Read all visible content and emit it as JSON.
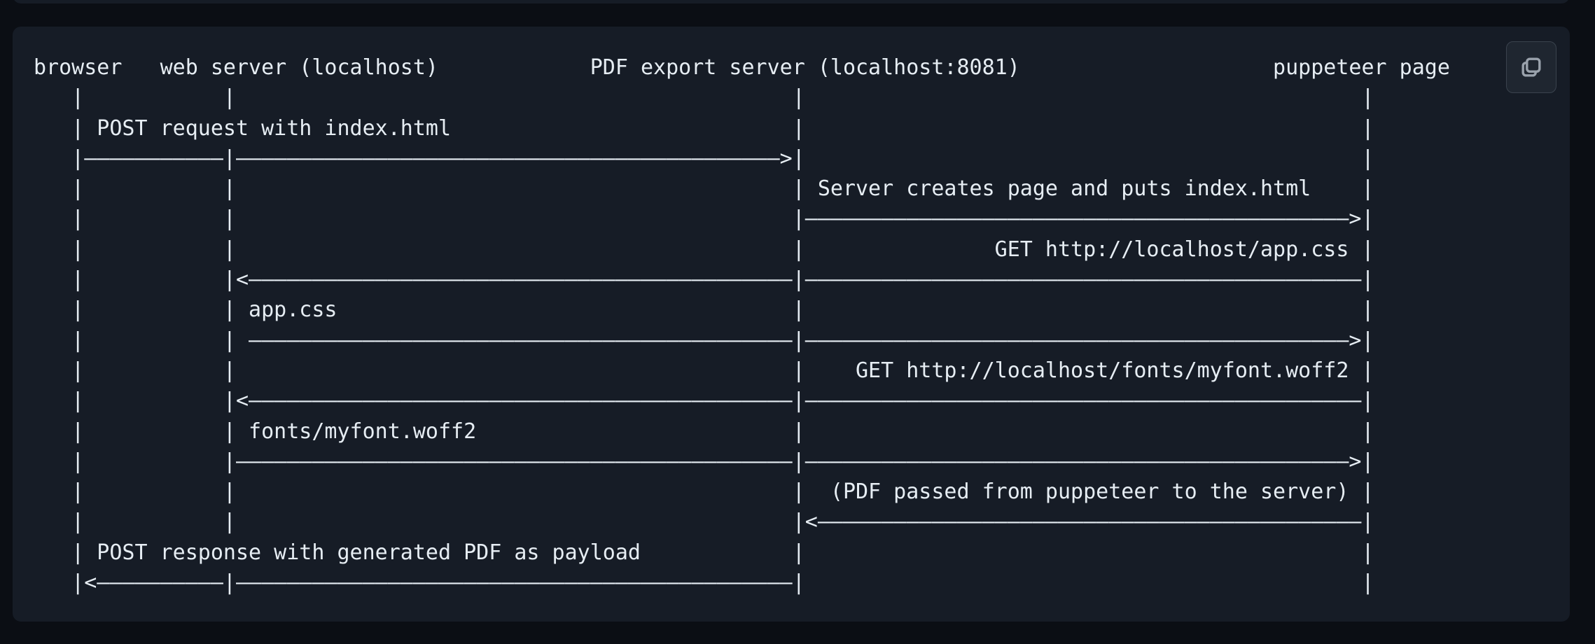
{
  "colors": {
    "page_bg": "#0b0e14",
    "block_bg": "#161c26",
    "text_color": "#e6edf3",
    "button_bg": "#1f2630",
    "button_border": "#3a424d",
    "icon_color": "#9aa2ac"
  },
  "toolbar": {
    "copy_icon": "copy-icon"
  },
  "diagram": {
    "actors": [
      "browser",
      "web server (localhost)",
      "PDF export server (localhost:8081)",
      "puppeteer page"
    ],
    "messages": [
      {
        "label": "POST request with index.html",
        "from": "browser",
        "to": "PDF export server (localhost:8081)"
      },
      {
        "label": "Server creates page and puts index.html",
        "from": "PDF export server (localhost:8081)",
        "to": "puppeteer page"
      },
      {
        "label": "GET http://localhost/app.css",
        "from": "puppeteer page",
        "to": "web server (localhost)"
      },
      {
        "label": "app.css",
        "from": "web server (localhost)",
        "to": "puppeteer page"
      },
      {
        "label": "GET http://localhost/fonts/myfont.woff2",
        "from": "puppeteer page",
        "to": "web server (localhost)"
      },
      {
        "label": "fonts/myfont.woff2",
        "from": "web server (localhost)",
        "to": "puppeteer page"
      },
      {
        "label": "(PDF passed from puppeteer to the server)",
        "from": "puppeteer page",
        "to": "PDF export server (localhost:8081)"
      },
      {
        "label": "POST response with generated PDF as payload",
        "from": "PDF export server (localhost:8081)",
        "to": "browser"
      }
    ],
    "lifeline_columns": [
      3,
      15,
      60,
      105
    ],
    "rows": [
      [
        [
          0,
          "browser"
        ],
        [
          10,
          "web server (localhost)"
        ],
        [
          44,
          "PDF export server (localhost:8081)"
        ],
        [
          98,
          "puppeteer page"
        ]
      ],
      [
        [
          3,
          "|"
        ],
        [
          15,
          "|"
        ],
        [
          60,
          "|"
        ],
        [
          105,
          "|"
        ]
      ],
      [
        [
          3,
          "|"
        ],
        [
          5,
          "POST request with index.html"
        ],
        [
          60,
          "|"
        ],
        [
          105,
          "|"
        ]
      ],
      [
        [
          3,
          "|"
        ],
        [
          4,
          "—",
          11
        ],
        [
          15,
          "|"
        ],
        [
          16,
          "—",
          43
        ],
        [
          59,
          ">"
        ],
        [
          60,
          "|"
        ],
        [
          105,
          "|"
        ]
      ],
      [
        [
          3,
          "|"
        ],
        [
          15,
          "|"
        ],
        [
          60,
          "|"
        ],
        [
          62,
          "Server creates page and puts index.html"
        ],
        [
          105,
          "|"
        ]
      ],
      [
        [
          3,
          "|"
        ],
        [
          15,
          "|"
        ],
        [
          60,
          "|"
        ],
        [
          61,
          "—",
          43
        ],
        [
          104,
          ">"
        ],
        [
          105,
          "|"
        ]
      ],
      [
        [
          3,
          "|"
        ],
        [
          15,
          "|"
        ],
        [
          60,
          "|"
        ],
        [
          76,
          "GET http://localhost/app.css"
        ],
        [
          105,
          "|"
        ]
      ],
      [
        [
          3,
          "|"
        ],
        [
          15,
          "|"
        ],
        [
          16,
          "<"
        ],
        [
          17,
          "—",
          43
        ],
        [
          60,
          "|"
        ],
        [
          61,
          "—",
          44
        ],
        [
          105,
          "|"
        ]
      ],
      [
        [
          3,
          "|"
        ],
        [
          15,
          "|"
        ],
        [
          17,
          "app.css"
        ],
        [
          60,
          "|"
        ],
        [
          105,
          "|"
        ]
      ],
      [
        [
          3,
          "|"
        ],
        [
          15,
          "|"
        ],
        [
          17,
          "—",
          43
        ],
        [
          60,
          "|"
        ],
        [
          61,
          "—",
          43
        ],
        [
          104,
          ">"
        ],
        [
          105,
          "|"
        ]
      ],
      [
        [
          3,
          "|"
        ],
        [
          15,
          "|"
        ],
        [
          60,
          "|"
        ],
        [
          65,
          "GET http://localhost/fonts/myfont.woff2"
        ],
        [
          105,
          "|"
        ]
      ],
      [
        [
          3,
          "|"
        ],
        [
          15,
          "|"
        ],
        [
          16,
          "<"
        ],
        [
          17,
          "—",
          43
        ],
        [
          60,
          "|"
        ],
        [
          61,
          "—",
          44
        ],
        [
          105,
          "|"
        ]
      ],
      [
        [
          3,
          "|"
        ],
        [
          15,
          "|"
        ],
        [
          17,
          "fonts/myfont.woff2"
        ],
        [
          60,
          "|"
        ],
        [
          105,
          "|"
        ]
      ],
      [
        [
          3,
          "|"
        ],
        [
          15,
          "|"
        ],
        [
          16,
          "—",
          44
        ],
        [
          60,
          "|"
        ],
        [
          61,
          "—",
          43
        ],
        [
          104,
          ">"
        ],
        [
          105,
          "|"
        ]
      ],
      [
        [
          3,
          "|"
        ],
        [
          15,
          "|"
        ],
        [
          60,
          "|"
        ],
        [
          63,
          "(PDF passed from puppeteer to the server)"
        ],
        [
          105,
          "|"
        ]
      ],
      [
        [
          3,
          "|"
        ],
        [
          15,
          "|"
        ],
        [
          60,
          "|"
        ],
        [
          61,
          "<"
        ],
        [
          62,
          "—",
          43
        ],
        [
          105,
          "|"
        ]
      ],
      [
        [
          3,
          "|"
        ],
        [
          5,
          "POST response with generated PDF as payload"
        ],
        [
          60,
          "|"
        ],
        [
          105,
          "|"
        ]
      ],
      [
        [
          3,
          "|"
        ],
        [
          4,
          "<"
        ],
        [
          5,
          "—",
          10
        ],
        [
          15,
          "|"
        ],
        [
          16,
          "—",
          44
        ],
        [
          60,
          "|"
        ],
        [
          105,
          "|"
        ]
      ]
    ]
  }
}
